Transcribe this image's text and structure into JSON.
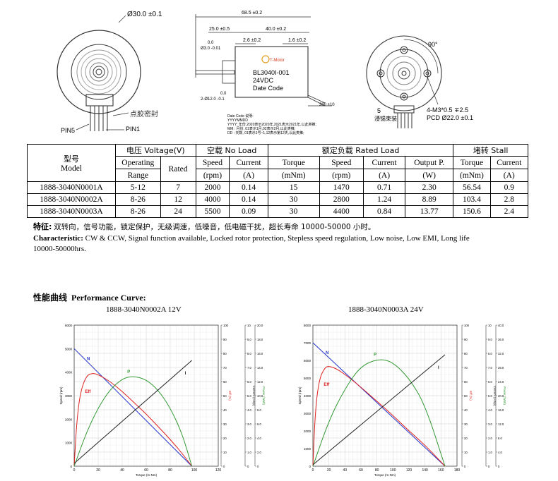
{
  "drawing": {
    "left_diameter": "Ø30.0 ±0.1",
    "overall_length": "68.5 ±0.2",
    "shaft_length": "25.0 ±0.5",
    "body_length": "40.0 ±0.2",
    "dim_2_6": "2.6 ±0.2",
    "dim_1_6": "1.6 ±0.2",
    "shaft_tol_top": "0.0",
    "shaft_dia": "Ø3.0 -0.01",
    "boss_tol_top": "0.0",
    "boss_dia": "2-Ø12.0 -0.1",
    "label_model": "BL3040I-001",
    "label_voltage": "24VDC",
    "label_date": "Date Code",
    "logo_text": "T-Motor",
    "wire_length": "300 ±10",
    "glue_seal": "点胶密封",
    "pin5": "PIN5",
    "pin1": "PIN1",
    "angle": "90°",
    "mount_screw": "4-M3*0.5 ∓2.5",
    "pcd": "PCD Ø22.0 ±0.1",
    "tin_num": "5",
    "tin_label": "浸锡束装",
    "date_code_lines": [
      "Date Code 说明:",
      "YYYYMMDD",
      "YYYY: 年份,2020表示2020年,2021表示2021年,以此类推;",
      "MM  : 月份, 01表示1月,02表示2月,以此类推;",
      "DD  : 天数, 01表示1号~1,12表示第12天,以此类推;"
    ]
  },
  "table": {
    "group_model_zh": "型号",
    "group_model_en": "Model",
    "group_voltage": "电压 Voltage(V)",
    "group_noload": "空载 No Load",
    "group_rated": "额定负载 Rated Load",
    "group_stall": "堵转 Stall",
    "sub": {
      "operating_range": [
        "Operating",
        "Range"
      ],
      "rated": "Rated",
      "speed": [
        "Speed",
        "(rpm)"
      ],
      "current": [
        "Current",
        "(A)"
      ],
      "torque": [
        "Torque",
        "(mNm)"
      ],
      "output": [
        "Output P.",
        "(W)"
      ]
    },
    "rows": [
      [
        "1888-3040N0001A",
        "5-12",
        "7",
        "2000",
        "0.14",
        "15",
        "1470",
        "0.71",
        "2.30",
        "56.54",
        "0.9"
      ],
      [
        "1888-3040N0002A",
        "8-26",
        "12",
        "4000",
        "0.14",
        "30",
        "2800",
        "1.24",
        "8.89",
        "103.4",
        "2.8"
      ],
      [
        "1888-3040N0003A",
        "8-26",
        "24",
        "5500",
        "0.09",
        "30",
        "4400",
        "0.84",
        "13.77",
        "150.6",
        "2.4"
      ]
    ]
  },
  "characteristics": {
    "zh_label": "特征:",
    "zh_text": "双转向，信号功能，锁定保护，无级调速，低噪音，低电磁干扰，超长寿命 10000-50000 小时。",
    "en_label": "Characteristic:",
    "en_text": "CW & CCW, Signal function available, Locked rotor protection, Stepless speed regulation, Low noise, Low EMI, Long life",
    "en_text2": "10000-50000hrs."
  },
  "performance": {
    "title_zh": "性能曲线",
    "title_en": "Performance Curve:"
  },
  "chart_data": [
    {
      "type": "line",
      "title": "1888-3040N0002A    12V",
      "xlabel": "Torque (m-Nm)",
      "ylabels": [
        "Speed (rpm)",
        "Eff (%)",
        "Current (Amp)",
        "Power (Watt)"
      ],
      "xlim": [
        0,
        120
      ],
      "ylim_speed": [
        0,
        6000
      ],
      "ylim_eff": [
        0,
        100
      ],
      "ylim_current": [
        0,
        10
      ],
      "ylim_power": [
        0,
        20
      ],
      "x_ticks": [
        "0",
        "20",
        "40",
        "60",
        "80",
        "100",
        "120"
      ],
      "speed_ticks": [
        "0",
        "1000",
        "2000",
        "3000",
        "4000",
        "5000",
        "6000"
      ],
      "eff_ticks": [
        "0",
        "10",
        "20",
        "30",
        "40",
        "50",
        "60",
        "70",
        "80",
        "90",
        "100"
      ],
      "current_ticks": [
        "0",
        "1.0",
        "2.0",
        "3.0",
        "4.0",
        "5.0",
        "6.0",
        "7.0",
        "8.0",
        "9.0",
        "10"
      ],
      "power_ticks": [
        "0",
        "2.0",
        "4.0",
        "6.0",
        "8.0",
        "10.0",
        "12.0",
        "14.0",
        "16.0",
        "18.0",
        "20.0"
      ],
      "series": [
        {
          "name": "N",
          "color": "#2233cc",
          "axis": "speed",
          "x": [
            0,
            98
          ],
          "y": [
            5000,
            0
          ]
        },
        {
          "name": "Eff",
          "color": "#dd2222",
          "axis": "eff",
          "x": [
            0,
            2,
            5,
            10,
            15,
            20,
            30,
            40,
            50,
            60,
            70,
            80,
            90,
            98
          ],
          "y": [
            0,
            30,
            52,
            64,
            66,
            65,
            60,
            53,
            45,
            37,
            28,
            19,
            9,
            0
          ]
        },
        {
          "name": "P",
          "color": "#339933",
          "axis": "power",
          "x": [
            0,
            10,
            20,
            30,
            40,
            49,
            60,
            70,
            80,
            90,
            98
          ],
          "y": [
            0,
            4.7,
            8.3,
            10.9,
            12.4,
            12.8,
            12.3,
            10.8,
            8.3,
            4.6,
            0
          ]
        },
        {
          "name": "I",
          "color": "#222222",
          "axis": "current",
          "x": [
            0,
            98
          ],
          "y": [
            0.2,
            7.5
          ]
        }
      ]
    },
    {
      "type": "line",
      "title": "1888-3040N0003A    24V",
      "xlabel": "Torque (m-Nm)",
      "ylabels": [
        "Speed (rpm)",
        "Eff (%)",
        "Current (Amp)",
        "Power (Watt)"
      ],
      "xlim": [
        0,
        180
      ],
      "ylim_speed": [
        0,
        8000
      ],
      "ylim_eff": [
        0,
        100
      ],
      "ylim_current": [
        0,
        10
      ],
      "ylim_power": [
        0,
        40
      ],
      "x_ticks": [
        "0",
        "20",
        "40",
        "60",
        "80",
        "100",
        "120",
        "140",
        "160",
        "180"
      ],
      "speed_ticks": [
        "0",
        "1000",
        "2000",
        "3000",
        "4000",
        "5000",
        "6000",
        "7000",
        "8000"
      ],
      "eff_ticks": [
        "0",
        "10",
        "20",
        "30",
        "40",
        "50",
        "60",
        "70",
        "80",
        "90",
        "100"
      ],
      "current_ticks": [
        "0",
        "1.0",
        "2.0",
        "3.0",
        "4.0",
        "5.0",
        "6.0",
        "7.0",
        "8.0",
        "9.0",
        "10"
      ],
      "power_ticks": [
        "0",
        "4.0",
        "8.0",
        "12.0",
        "16.0",
        "20.0",
        "24.0",
        "28.0",
        "32.0",
        "36.0",
        "40.0"
      ],
      "series": [
        {
          "name": "N",
          "color": "#2233cc",
          "axis": "speed",
          "x": [
            0,
            165
          ],
          "y": [
            7000,
            0
          ]
        },
        {
          "name": "Eff",
          "color": "#dd2222",
          "axis": "eff",
          "x": [
            0,
            3,
            8,
            15,
            20,
            30,
            45,
            60,
            80,
            100,
            120,
            140,
            165
          ],
          "y": [
            0,
            40,
            62,
            70,
            71,
            69,
            63,
            56,
            46,
            36,
            25,
            15,
            0
          ]
        },
        {
          "name": "P",
          "color": "#339933",
          "axis": "power",
          "x": [
            0,
            20,
            40,
            60,
            83,
            100,
            120,
            140,
            165
          ],
          "y": [
            0,
            13,
            22,
            28.5,
            30.5,
            29.5,
            25,
            17.5,
            0
          ]
        },
        {
          "name": "I",
          "color": "#222222",
          "axis": "current",
          "x": [
            0,
            165
          ],
          "y": [
            0.1,
            7.9
          ]
        }
      ]
    }
  ]
}
